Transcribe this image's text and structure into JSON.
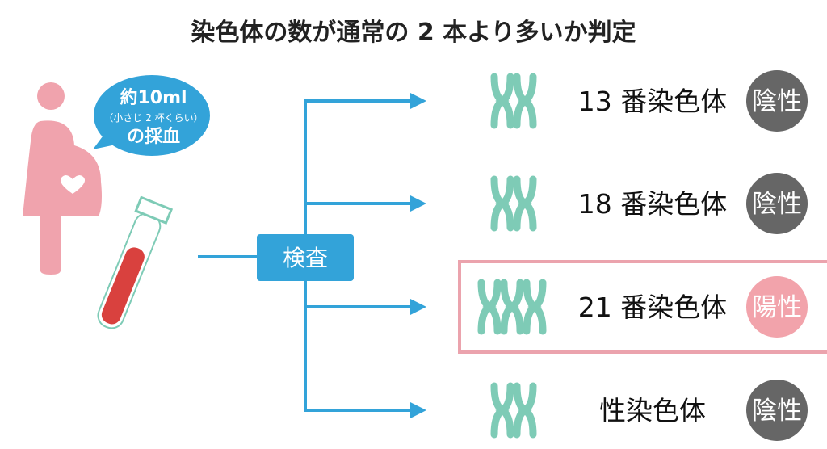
{
  "title": "染色体の数が通常の 2 本より多いか判定",
  "bubble": {
    "line1": "約10ml",
    "line2": "（小さじ 2 杯くらい）",
    "line3": "の採血"
  },
  "exam_label": "検査",
  "rows": [
    {
      "label": "13 番染色体",
      "result": "陰性",
      "chromosome_count": 2,
      "highlighted": false
    },
    {
      "label": "18 番染色体",
      "result": "陰性",
      "chromosome_count": 2,
      "highlighted": false
    },
    {
      "label": "21 番染色体",
      "result": "陽性",
      "chromosome_count": 3,
      "highlighted": true
    },
    {
      "label": "性染色体",
      "result": "陰性",
      "chromosome_count": 2,
      "highlighted": false
    }
  ],
  "colors": {
    "blue": "#33a3d9",
    "pink": "#f0a3ad",
    "teal": "#7ecbb6",
    "negative": "#666666",
    "positive": "#f2a3ab",
    "blood": "#d9413e"
  }
}
